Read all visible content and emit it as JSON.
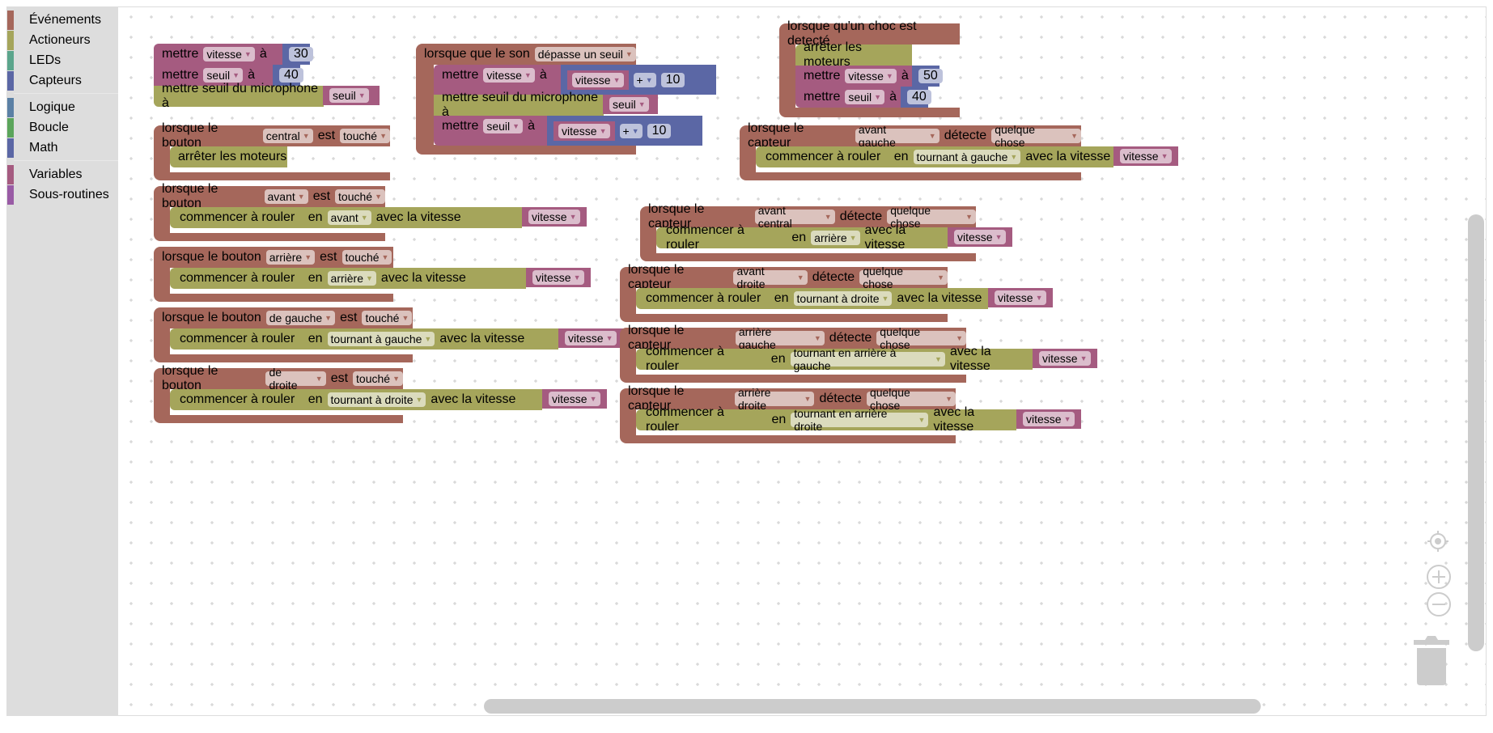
{
  "toolbox": {
    "categories": [
      {
        "label": "Événements",
        "color": "#a5675b"
      },
      {
        "label": "Actioneurs",
        "color": "#a5a55b"
      },
      {
        "label": "LEDs",
        "color": "#5ba58c"
      },
      {
        "label": "Capteurs",
        "color": "#5b67a5"
      },
      {
        "label": "Logique",
        "color": "#5b80a5"
      },
      {
        "label": "Boucle",
        "color": "#5ba55b"
      },
      {
        "label": "Math",
        "color": "#5b67a5"
      },
      {
        "label": "Variables",
        "color": "#a55b80"
      },
      {
        "label": "Sous-routines",
        "color": "#995ba5"
      }
    ]
  },
  "labels": {
    "mettre": "mettre",
    "a": "à",
    "mic": "mettre seuil du microphone à",
    "stop": "arrêter les moteurs",
    "drive": "commencer à rouler",
    "en": "en",
    "speed": "avec la vitesse",
    "button": "lorsque le bouton",
    "est": "est",
    "sensor": "lorsque le capteur",
    "detect": "détecte",
    "sound": "lorsque que le son",
    "shock": "lorsque qu'un choc est detecté"
  },
  "vars": {
    "vitesse": "vitesse",
    "seuil": "seuil",
    "plus": "+"
  },
  "init": {
    "v1": "30",
    "v2": "40"
  },
  "sound_block": {
    "cond": "dépasse un seuil",
    "inc1": "10",
    "inc2": "10"
  },
  "shock_block": {
    "v1": "50",
    "v2": "40"
  },
  "button_blocks": [
    {
      "button": "central",
      "state": "touché",
      "action": "stop"
    },
    {
      "button": "avant",
      "state": "touché",
      "dir": "avant"
    },
    {
      "button": "arrière",
      "state": "touché",
      "dir": "arrière"
    },
    {
      "button": "de gauche",
      "state": "touché",
      "dir": "tournant à gauche"
    },
    {
      "button": "de droite",
      "state": "touché",
      "dir": "tournant à droite"
    }
  ],
  "sensor_blocks": [
    {
      "sensor": "avant gauche",
      "what": "quelque chose",
      "dir": "tournant à gauche"
    },
    {
      "sensor": "avant central",
      "what": "quelque chose",
      "dir": "arrière"
    },
    {
      "sensor": "avant droite",
      "what": "quelque chose",
      "dir": "tournant à droite"
    },
    {
      "sensor": "arrière gauche",
      "what": "quelque chose",
      "dir": "tournant en arrière à gauche"
    },
    {
      "sensor": "arrière droite",
      "what": "quelque chose",
      "dir": "tournant en arrière droite"
    }
  ],
  "controls": {
    "recenter": "recenter-icon",
    "zoom_in": "zoom-in-icon",
    "zoom_out": "zoom-out-icon",
    "trash": "trash-icon"
  }
}
